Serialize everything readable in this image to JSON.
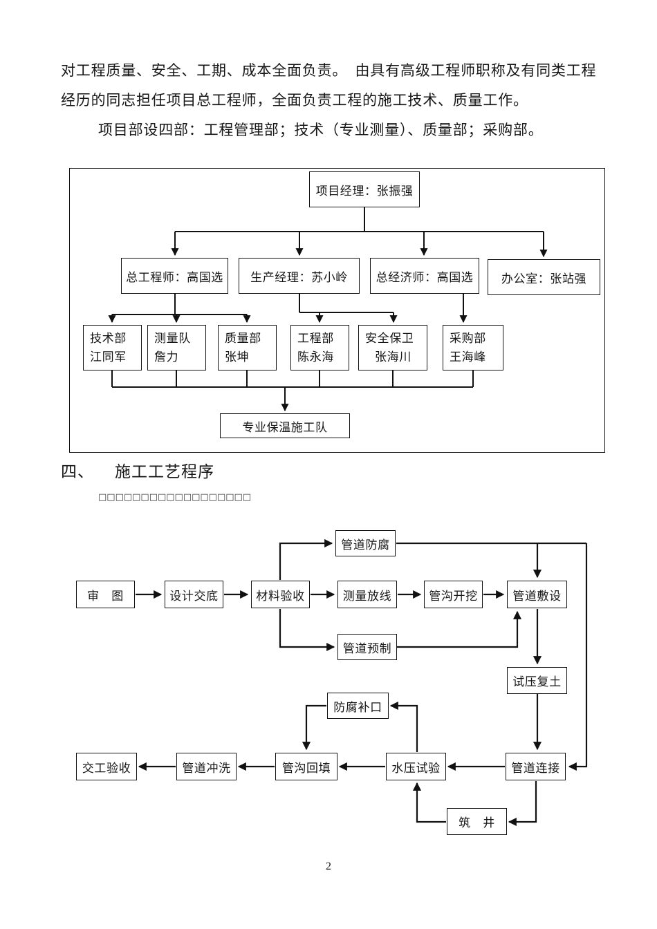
{
  "document": {
    "body_line1": "对工程质量、安全、工期、成本全面负责。　由具有高级工程师职称及有同类工程",
    "body_line2": "经历的同志担任项目总工程师，全面负责工程的施工技术、质量工作。",
    "body_line3": "项目部设四部：工程管理部；技术（专业测量）、质量部；采购部。",
    "section_numeral": "四、",
    "section_title": "施工工艺程序",
    "placeholder_glyphs": "□□□□□□□□□□□□□□□□□□",
    "page_number": "2"
  },
  "org_chart": {
    "level1": "项目经理：张振强",
    "level2": [
      "总工程师：高国选",
      "生产经理：苏小岭",
      "总经济师：高国选",
      "办公室：张站强"
    ],
    "level3": [
      {
        "dept": "技术部",
        "name": "江同军"
      },
      {
        "dept": "测量队",
        "name": "詹力"
      },
      {
        "dept": "质量部",
        "name": "张坤"
      },
      {
        "dept": "工程部",
        "name": "陈永海"
      },
      {
        "dept": "安全保卫",
        "name": "张海川"
      },
      {
        "dept": "采购部",
        "name": "王海峰"
      }
    ],
    "team": "专业保温施工队"
  },
  "flow_chart": {
    "nodes": {
      "audit": "审　图",
      "design": "设计交底",
      "material": "材料验收",
      "survey": "测量放线",
      "trench_dig": "管沟开挖",
      "pipe_laying": "管道敷设",
      "anticorrosion": "管道防腐",
      "prefabrication": "管道预制",
      "pressure_backfill": "试压复土",
      "joint_coating": "防腐补口",
      "handover": "交工验收",
      "pipe_flushing": "管道冲洗",
      "trench_backfill": "管沟回填",
      "hydro_test": "水压试验",
      "pipe_connection": "管道连接",
      "well_building": "筑　井"
    },
    "edges": [
      [
        "审图",
        "设计交底"
      ],
      [
        "设计交底",
        "材料验收"
      ],
      [
        "材料验收",
        "测量放线"
      ],
      [
        "测量放线",
        "管沟开挖"
      ],
      [
        "管沟开挖",
        "管道敷设"
      ],
      [
        "材料验收",
        "管道防腐"
      ],
      [
        "管道防腐",
        "管道敷设"
      ],
      [
        "管道防腐",
        "管道连接"
      ],
      [
        "材料验收",
        "管道预制"
      ],
      [
        "管道预制",
        "管道敷设"
      ],
      [
        "管道敷设",
        "试压复土"
      ],
      [
        "试压复土",
        "管道连接"
      ],
      [
        "管道连接",
        "水压试验"
      ],
      [
        "水压试验",
        "防腐补口"
      ],
      [
        "防腐补口",
        "管沟回填"
      ],
      [
        "水压试验",
        "管沟回填"
      ],
      [
        "管沟回填",
        "管道冲洗"
      ],
      [
        "管道冲洗",
        "交工验收"
      ],
      [
        "管道连接",
        "筑井"
      ],
      [
        "筑井",
        "水压试验"
      ]
    ]
  }
}
